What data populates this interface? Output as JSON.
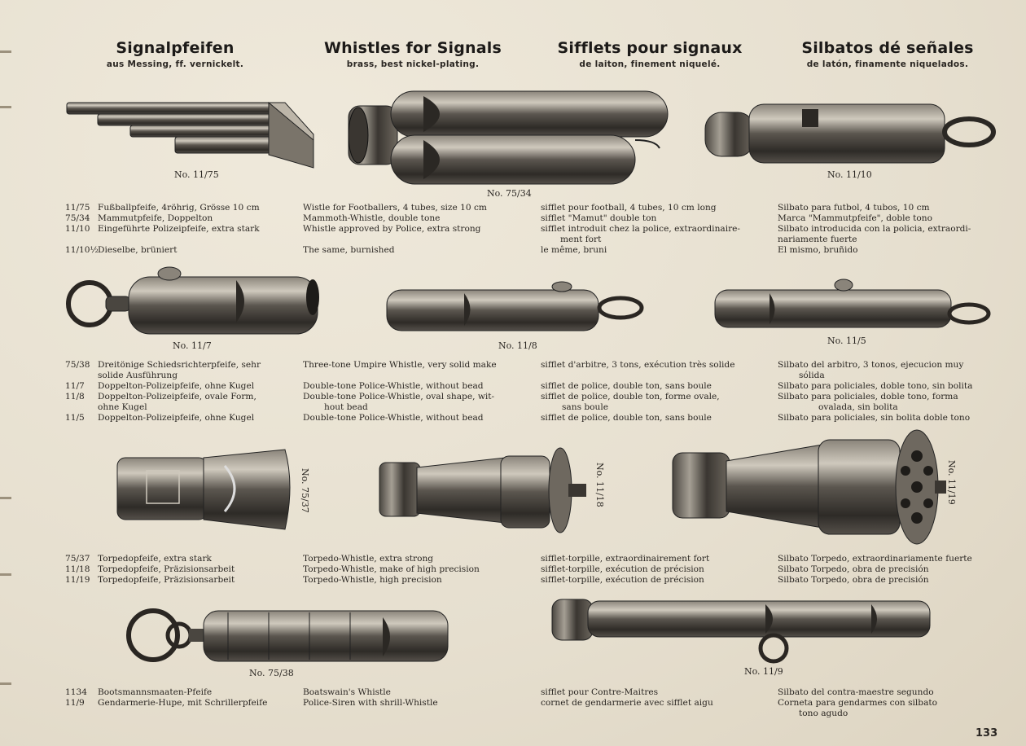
{
  "headers": [
    {
      "title": "Signalpfeifen",
      "subtitle": "aus Messing, ff. vernickelt."
    },
    {
      "title": "Whistles for Signals",
      "subtitle": "brass, best nickel-plating."
    },
    {
      "title": "Sifflets pour signaux",
      "subtitle": "de laiton, finement niquelé."
    },
    {
      "title": "Silbatos dé señales",
      "subtitle": "de latón, finamente niquelados."
    }
  ],
  "labels": {
    "n1175": "No. 11/75",
    "n7534": "No. 75/34",
    "n1110": "No. 11/10",
    "n117": "No. 11/7",
    "n118": "No. 11/8",
    "n115": "No. 11/5",
    "n7537": "No. 75/37",
    "n1118": "No. 11/18",
    "n1119": "No. 11/19",
    "n7538": "No. 75/38",
    "n119": "No. 11/9"
  },
  "blocks": {
    "r1": {
      "de": [
        {
          "code": "11/75",
          "text": "Fußballpfeife, 4röhrig, Grösse 10 cm"
        },
        {
          "code": "75/34",
          "text": "Mammutpfeife, Doppelton"
        },
        {
          "code": "11/10",
          "text": "Eingeführte Polizeipfeife, extra stark"
        },
        {
          "code": "",
          "text": ""
        },
        {
          "code": "11/10½",
          "text": "Dieselbe, brüniert"
        }
      ],
      "en": [
        "Wistle for Footballers, 4 tubes, size 10 cm",
        "Mammoth-Whistle, double tone",
        "Whistle approved by Police, extra strong",
        "",
        "The same, burnished"
      ],
      "fr": [
        "sifflet pour football, 4 tubes, 10 cm long",
        "sifflet \"Mamut\" double ton",
        "sifflet introduit chez la police, extraordinaire-",
        "ment fort",
        "le même, bruni"
      ],
      "es": [
        "Silbato para futbol, 4 tubos, 10 cm",
        "Marca \"Mammutpfeife\", doble tono",
        "Silbato introducida con la policia, extraordi-",
        "nariamente fuerte",
        "El mismo, bruñido"
      ]
    },
    "r2": {
      "de": [
        {
          "code": "75/38",
          "text": "Dreitönige Schiedsrichterpfeife, sehr"
        },
        {
          "code": "",
          "text": "solide Ausführung"
        },
        {
          "code": "11/7",
          "text": "Doppelton-Polizeipfeife, ohne Kugel"
        },
        {
          "code": "11/8",
          "text": "Doppelton-Polizeipfeife, ovale Form,"
        },
        {
          "code": "",
          "text": "ohne Kugel"
        },
        {
          "code": "11/5",
          "text": "Doppelton-Polizeipfeife, ohne Kugel"
        }
      ],
      "en": [
        "Three-tone Umpire Whistle, very solid make",
        "",
        "Double-tone Police-Whistle, without bead",
        "Double-tone Police-Whistle, oval shape, wit-",
        "hout bead",
        "Double-tone Police-Whistle, without bead"
      ],
      "fr": [
        "sifflet d'arbitre, 3 tons, exécution très solide",
        "",
        "sifflet de police, double ton, sans boule",
        "sifflet de police, double ton, forme ovale,",
        "sans boule",
        "sifflet de police, double ton, sans boule"
      ],
      "es": [
        "Silbato del arbitro, 3 tonos, ejecucion muy",
        "sólida",
        "Silbato para policiales, doble tono, sin bolita",
        "Silbato para policiales, doble tono, forma",
        "ovalada, sin bolita",
        "Silbato para policiales, sin bolita doble tono"
      ]
    },
    "r3": {
      "de": [
        {
          "code": "75/37",
          "text": "Torpedopfeife, extra stark"
        },
        {
          "code": "11/18",
          "text": "Torpedopfeife, Präzisionsarbeit"
        },
        {
          "code": "11/19",
          "text": "Torpedopfeife, Präzisionsarbeit"
        }
      ],
      "en": [
        "Torpedo-Whistle, extra strong",
        "Torpedo-Whistle, make of high precision",
        "Torpedo-Whistle, high precision"
      ],
      "fr": [
        "sifflet-torpille, extraordinairement fort",
        "sifflet-torpille, exécution de précision",
        "sifflet-torpille, exécution de précision"
      ],
      "es": [
        "Silbato Torpedo, extraordinariamente fuerte",
        "Silbato Torpedo, obra de precisión",
        "Silbato Torpedo, obra de precisión"
      ]
    },
    "r4": {
      "de": [
        {
          "code": "1134",
          "text": "Bootsmannsmaaten-Pfeife"
        },
        {
          "code": "11/9",
          "text": "Gendarmerie-Hupe, mit Schrillerpfeife"
        }
      ],
      "en": [
        "Boatswain's Whistle",
        "Police-Siren with shrill-Whistle"
      ],
      "fr": [
        "sifflet pour Contre-Maitres",
        "cornet de gendarmerie avec sifflet aigu"
      ],
      "es": [
        "Silbato del contra-maestre segundo",
        "Corneta para gendarmes con silbato",
        "tono agudo"
      ]
    }
  },
  "page_number": "133"
}
